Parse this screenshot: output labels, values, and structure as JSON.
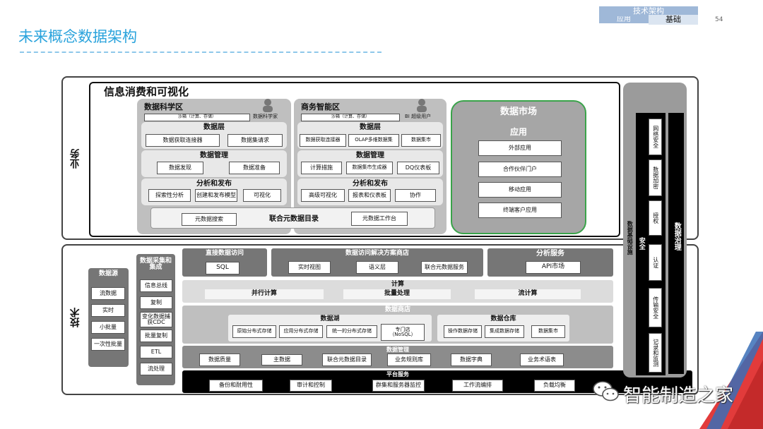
{
  "page_title": "未来概念数据架构",
  "page_number": "54",
  "nav": {
    "top": "技术架构",
    "left": "应用",
    "right": "基础"
  },
  "watermark": "智能制造之家",
  "business": {
    "side_label": "业务",
    "header": "信息消费和可视化",
    "ds": {
      "title": "数据科学区",
      "user": "数据科学家",
      "sandbox": "沙箱（计算、存储）",
      "layer_title": "数据层",
      "layer_items": [
        "数据获取连接器",
        "数据集请求"
      ],
      "mgmt_title": "数据管理",
      "mgmt_items": [
        "数据发现",
        "数据准备"
      ],
      "ana_title": "分析和发布",
      "ana_items": [
        "探索性分析",
        "创建和发布模型",
        "可视化"
      ]
    },
    "bi": {
      "title": "商务智能区",
      "user": "BI 超级用户",
      "sandbox": "沙箱（计算、存储）",
      "layer_title": "数据层",
      "layer_items": [
        "数据获取连接器",
        "OLAP多维数据集",
        "数据集市"
      ],
      "mgmt_title": "数据管理",
      "mgmt_items": [
        "计算措施",
        "数据集市生成器",
        "DQ仪表板"
      ],
      "ana_title": "分析和发布",
      "ana_items": [
        "高级可视化",
        "报表和仪表板",
        "协作"
      ]
    },
    "meta": {
      "left": "元数据搜索",
      "center": "联合元数据目录",
      "right": "元数据工作台"
    },
    "market": {
      "title": "数据市场",
      "app_title": "应用",
      "items": [
        "外部应用",
        "合作伙伴门户",
        "移动应用",
        "终端客户应用"
      ]
    }
  },
  "tech": {
    "side_label": "技术",
    "source": {
      "title": "数据源",
      "items": [
        "流数据",
        "实时",
        "小批量",
        "一次性批量"
      ]
    },
    "collect": {
      "title": "数据采集和集成",
      "items": [
        "信息总线",
        "复制",
        "变化数据捕获CDC",
        "批量复制",
        "ETL",
        "流处理"
      ]
    },
    "direct": {
      "title": "直接数据访问",
      "item": "SQL"
    },
    "solution": {
      "title": "数据访问解决方案商店",
      "items": [
        "实时视图",
        "语义层",
        "联合元数据服务"
      ]
    },
    "analysis": {
      "title": "分析服务",
      "item": "API市场"
    },
    "compute": {
      "title": "计算",
      "items": [
        "并行计算",
        "批量处理",
        "流计算"
      ]
    },
    "store": {
      "title": "数据商店",
      "lake": {
        "title": "数据湖",
        "items": [
          "原始分布式存储",
          "应用分布式存储",
          "统一的分布式存储",
          "专门店（NoSQL）"
        ]
      },
      "warehouse": {
        "title": "数据仓库",
        "items": [
          "操作数据存储",
          "集成数据存储",
          "数据集市"
        ]
      }
    },
    "dm": {
      "title": "数据管理",
      "items": [
        "数据质量",
        "主数据",
        "联合元数据目录",
        "业务规则库",
        "数据字典",
        "业务术语表"
      ]
    },
    "platform": {
      "title": "平台服务",
      "items": [
        "备份和耐用性",
        "审计和控制",
        "群集和服务器监控",
        "工作流编排",
        "负载均衡"
      ]
    }
  },
  "right_panel": {
    "foundation": "数据基础设施",
    "security_title": "安全",
    "security_items": [
      "网络安全",
      "数据加密",
      "授权",
      "认证",
      "传输安全",
      "记录和监测"
    ],
    "governance": "数据治理"
  }
}
